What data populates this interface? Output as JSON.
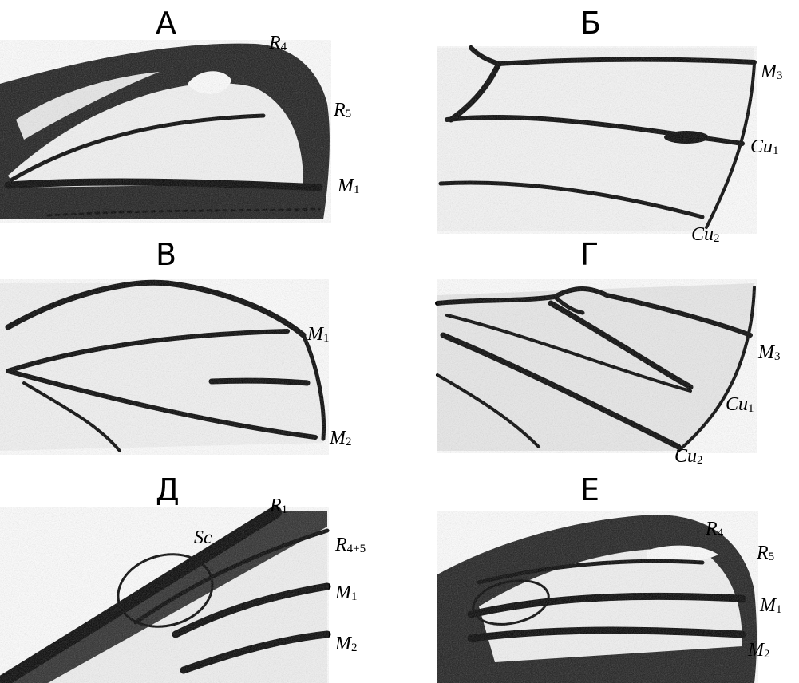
{
  "panels": [
    {
      "title": "А",
      "labels": [
        {
          "base": "R",
          "sub": "4"
        },
        {
          "base": "R",
          "sub": "5"
        },
        {
          "base": "M",
          "sub": "1"
        }
      ]
    },
    {
      "title": "Б",
      "labels": [
        {
          "base": "M",
          "sub": "3"
        },
        {
          "base": "Cu",
          "sub": "1"
        },
        {
          "base": "Cu",
          "sub": "2"
        }
      ]
    },
    {
      "title": "В",
      "labels": [
        {
          "base": "M",
          "sub": "1"
        },
        {
          "base": "M",
          "sub": "2"
        }
      ]
    },
    {
      "title": "Г",
      "labels": [
        {
          "base": "M",
          "sub": "3"
        },
        {
          "base": "Cu",
          "sub": "1"
        },
        {
          "base": "Cu",
          "sub": "2"
        }
      ]
    },
    {
      "title": "Д",
      "labels": [
        {
          "base": "R",
          "sub": "1"
        },
        {
          "base": "Sc",
          "sub": ""
        },
        {
          "base": "R",
          "sub": "4+5"
        },
        {
          "base": "M",
          "sub": "1"
        },
        {
          "base": "M",
          "sub": "2"
        }
      ]
    },
    {
      "title": "Е",
      "labels": [
        {
          "base": "R",
          "sub": "4"
        },
        {
          "base": "R",
          "sub": "5"
        },
        {
          "base": "M",
          "sub": "1"
        },
        {
          "base": "M",
          "sub": "2"
        }
      ]
    }
  ],
  "colors": {
    "ink": "#000000",
    "paper": "#ffffff",
    "shade": "#2a2a2a"
  }
}
